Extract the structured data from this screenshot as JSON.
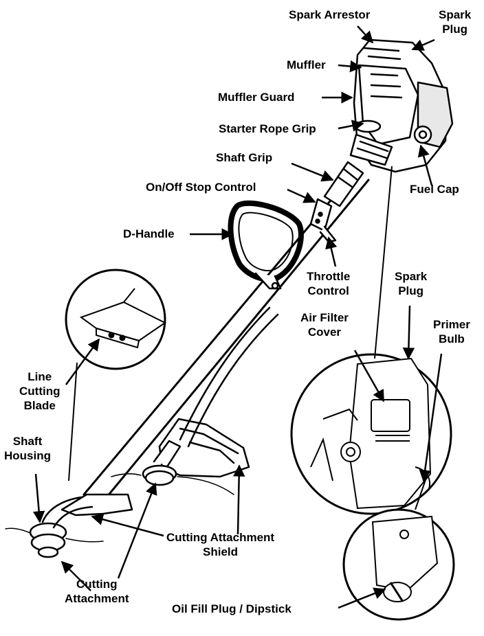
{
  "labels": {
    "spark_arrestor": "Spark Arrestor",
    "spark_plug_top": [
      "Spark",
      "Plug"
    ],
    "muffler": "Muffler",
    "muffler_guard": "Muffler Guard",
    "starter_rope_grip": "Starter Rope Grip",
    "shaft_grip": "Shaft Grip",
    "fuel_cap": "Fuel Cap",
    "on_off_stop_control": "On/Off Stop Control",
    "d_handle": "D-Handle",
    "throttle_control": [
      "Throttle",
      "Control"
    ],
    "spark_plug_detail": [
      "Spark",
      "Plug"
    ],
    "air_filter_cover": [
      "Air Filter",
      "Cover"
    ],
    "primer_bulb": [
      "Primer",
      "Bulb"
    ],
    "line_cutting_blade": [
      "Line",
      "Cutting",
      "Blade"
    ],
    "shaft_housing": [
      "Shaft",
      "Housing"
    ],
    "cutting_attachment_shield": [
      "Cutting Attachment",
      "Shield"
    ],
    "cutting_attachment": [
      "Cutting",
      "Attachment"
    ],
    "oil_fill_plug": "Oil Fill Plug / Dipstick"
  }
}
